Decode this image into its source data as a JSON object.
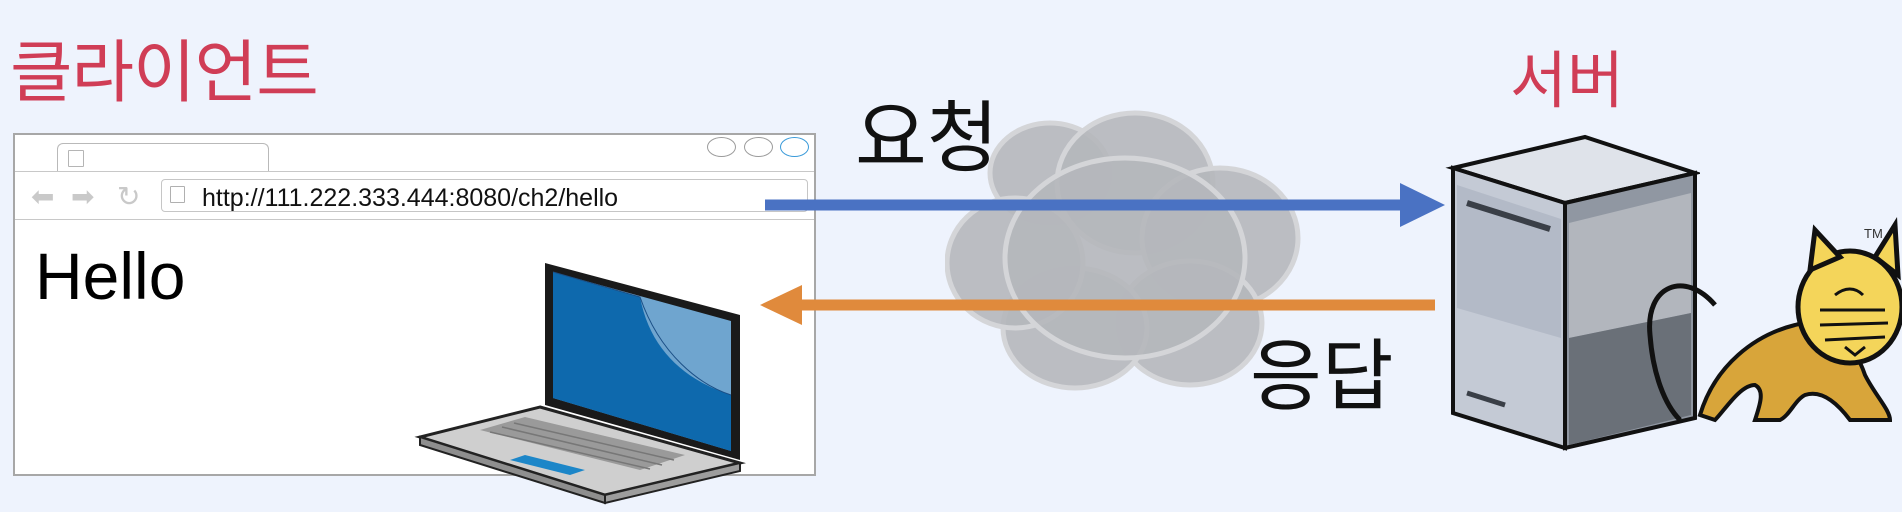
{
  "client_title": "클라이언트",
  "server_title": "서버",
  "request_label": "요청",
  "response_label": "응답",
  "browser": {
    "url": "http://111.222.333.444:8080/ch2/hello",
    "page_text": "Hello"
  },
  "tomcat": {
    "trademark": "TM"
  },
  "colors": {
    "title": "#d03d56",
    "request_arrow": "#4a72c3",
    "response_arrow": "#e08a3c",
    "background": "#eef3fd"
  }
}
